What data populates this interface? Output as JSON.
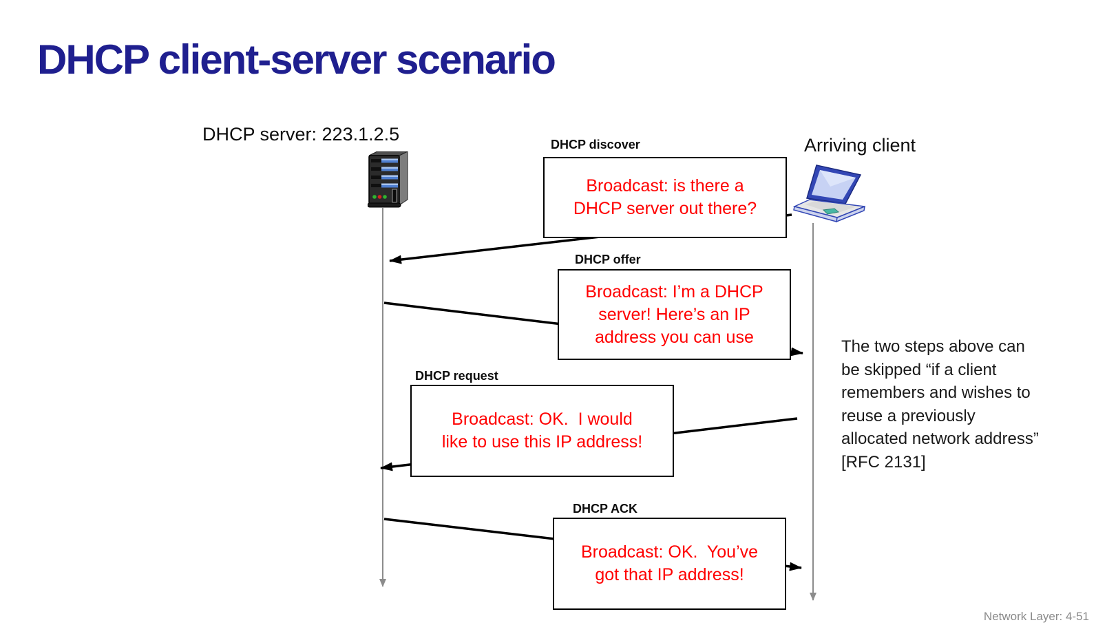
{
  "slide": {
    "title": "DHCP client-server scenario",
    "footer": "Network Layer: 4-51"
  },
  "colors": {
    "title_blue": "#1F1F8F",
    "message_red": "#FF0000",
    "arrow_black": "#000000",
    "timeline_gray": "#8C8C8C",
    "footer_gray": "#8A8A8A"
  },
  "actors": {
    "server": {
      "label": "DHCP server: 223.1.2.5",
      "icon": "server-tower-icon"
    },
    "client": {
      "label": "Arriving client",
      "icon": "laptop-icon"
    }
  },
  "messages": [
    {
      "id": "discover",
      "label": "DHCP discover",
      "direction": "client-to-server",
      "lines": [
        "Broadcast: is there a",
        "DHCP server out there?"
      ]
    },
    {
      "id": "offer",
      "label": "DHCP offer",
      "direction": "server-to-client",
      "lines": [
        "Broadcast: I’m a DHCP",
        "server! Here’s an IP",
        "address you can use"
      ]
    },
    {
      "id": "request",
      "label": "DHCP request",
      "direction": "client-to-server",
      "lines": [
        "Broadcast: OK.  I would",
        "like to use this IP address!"
      ]
    },
    {
      "id": "ack",
      "label": "DHCP ACK",
      "direction": "server-to-client",
      "lines": [
        "Broadcast: OK.  You’ve",
        "got that IP address!"
      ]
    }
  ],
  "note": {
    "lines": [
      "The two steps above can",
      "be skipped “if a client",
      "remembers and wishes to",
      "reuse a previously",
      "allocated network address”",
      "[RFC 2131]"
    ]
  }
}
